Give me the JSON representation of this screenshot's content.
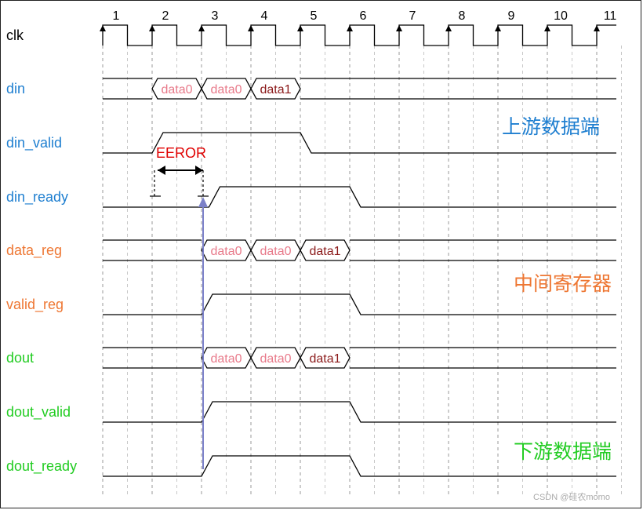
{
  "cycles": [
    "1",
    "2",
    "3",
    "4",
    "5",
    "6",
    "7",
    "8",
    "9",
    "10",
    "11"
  ],
  "signals": [
    {
      "id": "clk",
      "name": "clk",
      "color": "#000000",
      "kind": "clock"
    },
    {
      "id": "din",
      "name": "din",
      "color": "#1f7fd0",
      "kind": "bus",
      "values": [
        {
          "from": 2,
          "to": 3,
          "label": "data0",
          "color": "#e87a8a"
        },
        {
          "from": 3,
          "to": 4,
          "label": "data0",
          "color": "#e87a8a"
        },
        {
          "from": 4,
          "to": 5,
          "label": "data1",
          "color": "#8b1a1a"
        }
      ]
    },
    {
      "id": "din_valid",
      "name": "din_valid",
      "color": "#1f7fd0",
      "kind": "pulse",
      "high": [
        2,
        5
      ]
    },
    {
      "id": "din_ready",
      "name": "din_ready",
      "color": "#1f7fd0",
      "kind": "pulse",
      "high": [
        3.15,
        6
      ]
    },
    {
      "id": "data_reg",
      "name": "data_reg",
      "color": "#ee7733",
      "kind": "bus",
      "values": [
        {
          "from": 3,
          "to": 4,
          "label": "data0",
          "color": "#e87a8a"
        },
        {
          "from": 4,
          "to": 5,
          "label": "data0",
          "color": "#e87a8a"
        },
        {
          "from": 5,
          "to": 6,
          "label": "data1",
          "color": "#8b1a1a"
        }
      ]
    },
    {
      "id": "valid_reg",
      "name": "valid_reg",
      "color": "#ee7733",
      "kind": "pulse",
      "high": [
        3,
        6
      ]
    },
    {
      "id": "dout",
      "name": "dout",
      "color": "#22cc22",
      "kind": "bus",
      "values": [
        {
          "from": 3,
          "to": 4,
          "label": "data0",
          "color": "#e87a8a"
        },
        {
          "from": 4,
          "to": 5,
          "label": "data0",
          "color": "#e87a8a"
        },
        {
          "from": 5,
          "to": 6,
          "label": "data1",
          "color": "#8b1a1a"
        }
      ]
    },
    {
      "id": "dout_valid",
      "name": "dout_valid",
      "color": "#22cc22",
      "kind": "pulse",
      "high": [
        3,
        6
      ]
    },
    {
      "id": "dout_ready",
      "name": "dout_ready",
      "color": "#22cc22",
      "kind": "pulse",
      "high": [
        3,
        6
      ]
    }
  ],
  "sections": [
    {
      "label": "上游数据端",
      "color": "#1f7fd0"
    },
    {
      "label": "中间寄存器",
      "color": "#ee7733"
    },
    {
      "label": "下游数据端",
      "color": "#22cc22"
    }
  ],
  "annotation": {
    "label": "EEROR",
    "color": "#e00000"
  },
  "arrow_color": "#7b80c8",
  "watermark": "CSDN @硅农momo"
}
